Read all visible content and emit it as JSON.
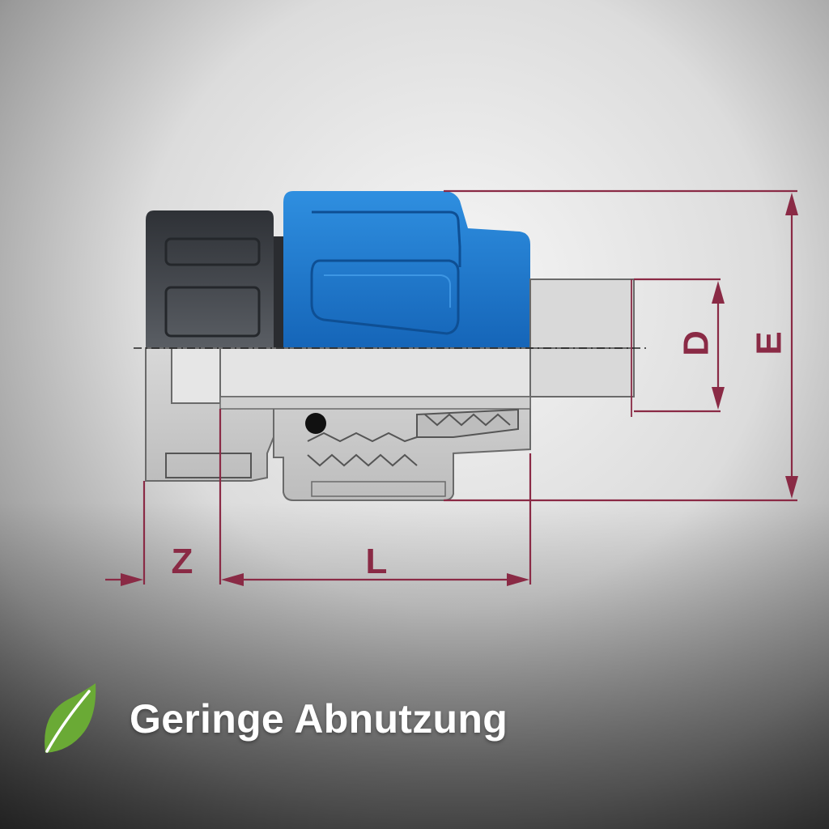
{
  "labels": {
    "d": "D",
    "e": "E",
    "z": "Z",
    "l": "L"
  },
  "caption": {
    "text": "Geringe Abnutzung",
    "icon": "leaf-icon"
  },
  "colors": {
    "dimension": "#8a2a45",
    "cap_blue": "#1f7fd6",
    "nut_dark": "#3a3d42",
    "leaf_green": "#6aaa35"
  }
}
